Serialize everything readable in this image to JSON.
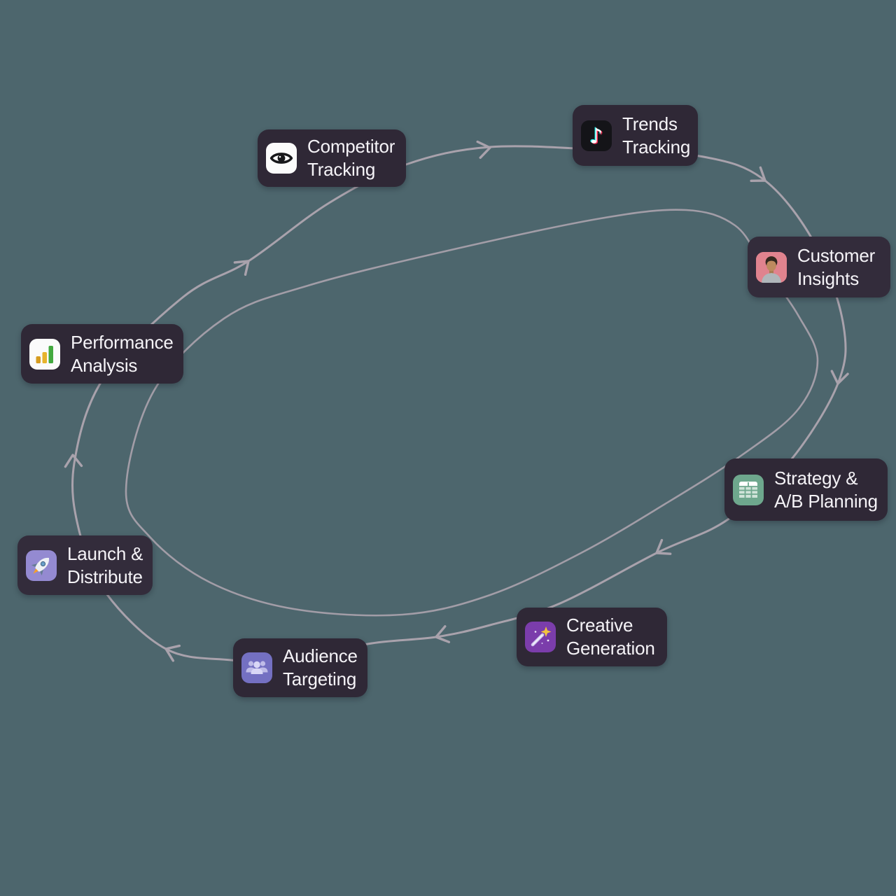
{
  "diagram": {
    "type": "cycle",
    "background_color": "#4d666d",
    "connector_color": "#a9a2ac",
    "node_background": "#2f2836",
    "node_text_color": "#f5f3f7"
  },
  "nodes": [
    {
      "id": "competitor-tracking",
      "icon": "eye-icon",
      "icon_bg": "#fbfbfb",
      "lines": [
        "Competitor",
        "Tracking"
      ]
    },
    {
      "id": "trends-tracking",
      "icon": "tiktok-icon",
      "icon_bg": "#141418",
      "lines": [
        "Trends",
        "Tracking"
      ]
    },
    {
      "id": "customer-insights",
      "icon": "person-avatar",
      "icon_bg": "#e0838e",
      "lines": [
        "Customer",
        "Insights"
      ]
    },
    {
      "id": "strategy-ab-planning",
      "icon": "spreadsheet-icon",
      "icon_bg": "#6ea78d",
      "lines": [
        "Strategy &",
        "A/B Planning"
      ]
    },
    {
      "id": "creative-generation",
      "icon": "magic-wand-icon",
      "icon_bg": "#7b3dab",
      "lines": [
        "Creative",
        "Generation"
      ]
    },
    {
      "id": "audience-targeting",
      "icon": "people-icon",
      "icon_bg": "#7470c2",
      "lines": [
        "Audience",
        "Targeting"
      ]
    },
    {
      "id": "launch-distribute",
      "icon": "rocket-icon",
      "icon_bg": "#948ad1",
      "lines": [
        "Launch &",
        "Distribute"
      ]
    },
    {
      "id": "performance-analysis",
      "icon": "bar-chart-icon",
      "icon_bg": "#fbfbfb",
      "lines": [
        "Performance",
        "Analysis"
      ]
    }
  ]
}
